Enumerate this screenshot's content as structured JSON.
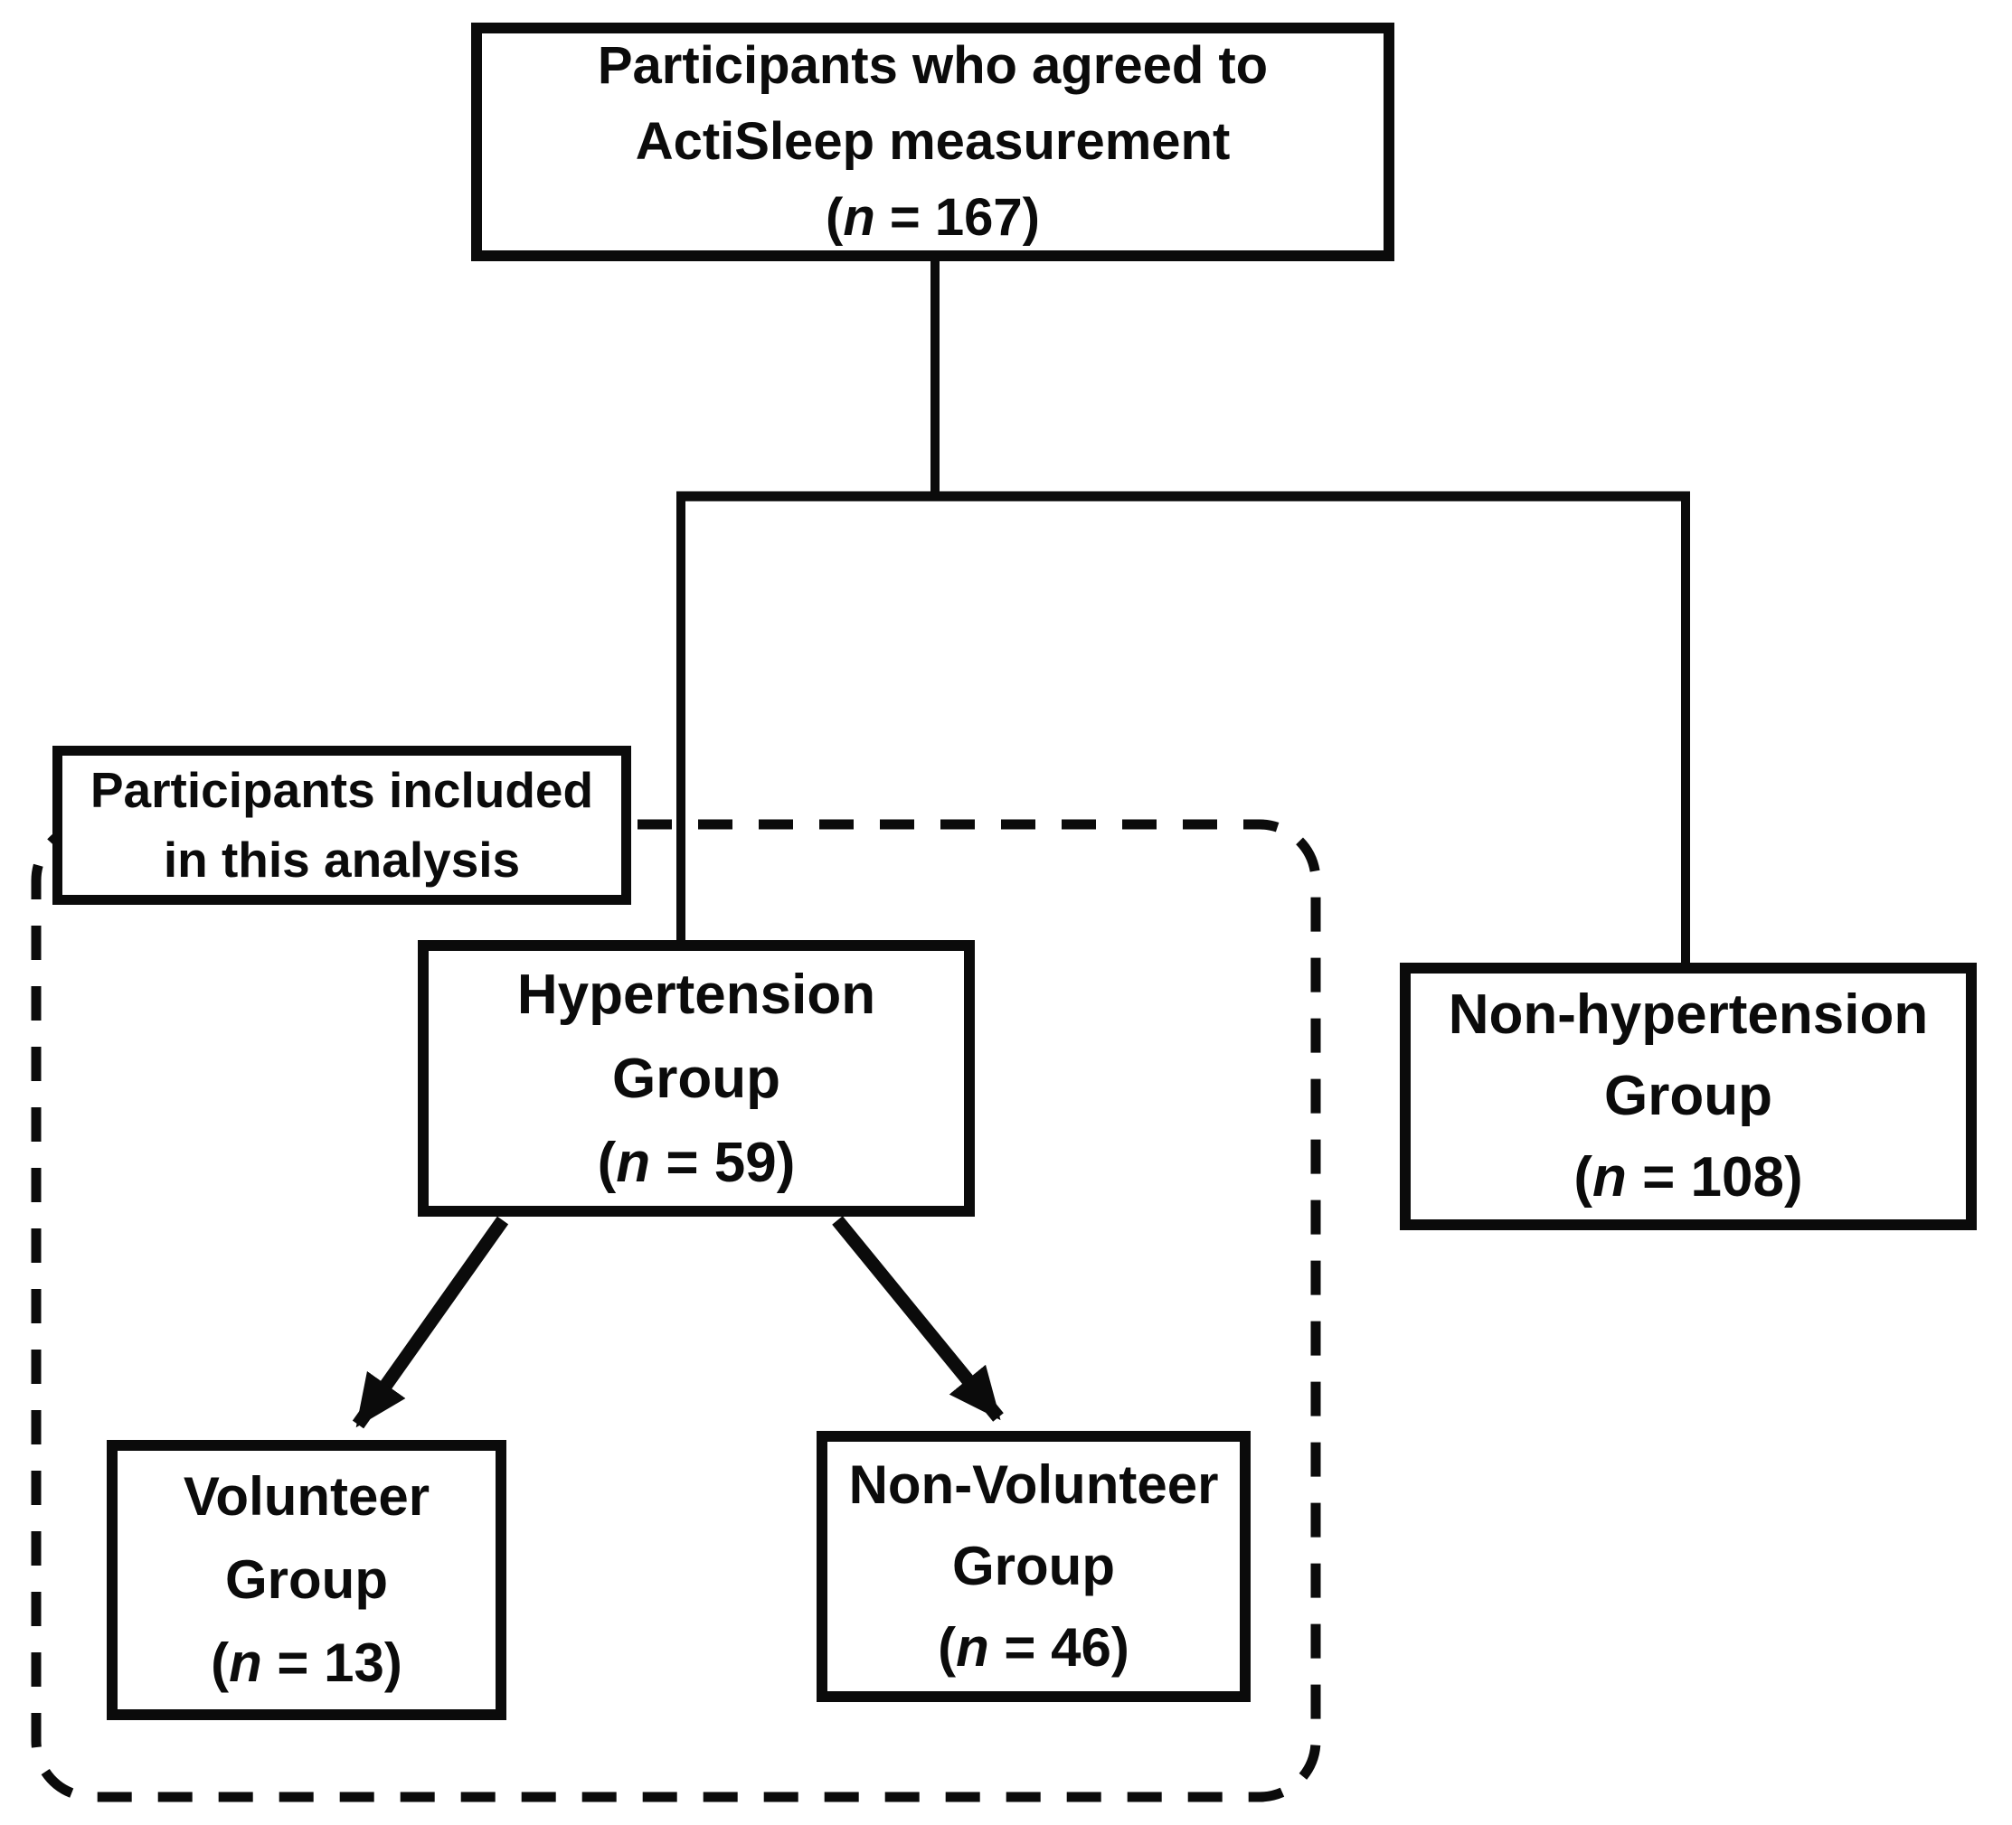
{
  "diagram": {
    "background_color": "#ffffff",
    "line_color": "#0b0b0b",
    "nodes": {
      "top": {
        "line1": "Participants who agreed to",
        "line2": "ActiSleep measurement",
        "n_open": "(",
        "n_symbol": "n",
        "n_rest": " = 167)"
      },
      "included_label": {
        "line1": "Participants included",
        "line2": "in this analysis"
      },
      "hypertension": {
        "line1": "Hypertension",
        "line2": "Group",
        "n_open": "(",
        "n_symbol": "n",
        "n_rest": " = 59)"
      },
      "non_hypertension": {
        "line1": "Non-hypertension",
        "line2": "Group",
        "n_open": "(",
        "n_symbol": "n",
        "n_rest": " = 108)"
      },
      "volunteer": {
        "line1": "Volunteer",
        "line2": "Group",
        "n_open": "(",
        "n_symbol": "n",
        "n_rest": " = 13)"
      },
      "non_volunteer": {
        "line1": "Non-Volunteer",
        "line2": "Group",
        "n_open": "(",
        "n_symbol": "n",
        "n_rest": " = 46)"
      }
    }
  }
}
